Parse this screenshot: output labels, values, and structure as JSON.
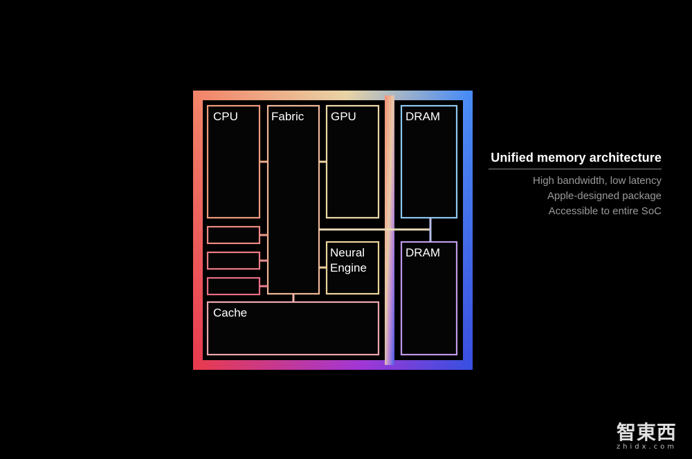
{
  "diagram": {
    "blocks": {
      "cpu": "CPU",
      "fabric": "Fabric",
      "gpu": "GPU",
      "dram_top": "DRAM",
      "neural_line1": "Neural",
      "neural_line2": "Engine",
      "dram_bottom": "DRAM",
      "cache": "Cache"
    },
    "colors": {
      "gradient_top_left": "#f2876a",
      "gradient_top_mid": "#ead9a4",
      "gradient_top_right": "#4a8ef5",
      "gradient_bottom_left": "#e8384e",
      "gradient_bottom_mid": "#a030d8",
      "gradient_bottom_right": "#3a4de0"
    }
  },
  "side_panel": {
    "title": "Unified memory architecture",
    "points": [
      "High bandwidth, low latency",
      "Apple-designed package",
      "Accessible to entire SoC"
    ]
  },
  "watermark": {
    "logo_text": "智東西",
    "url_text": "zhidx.com"
  }
}
